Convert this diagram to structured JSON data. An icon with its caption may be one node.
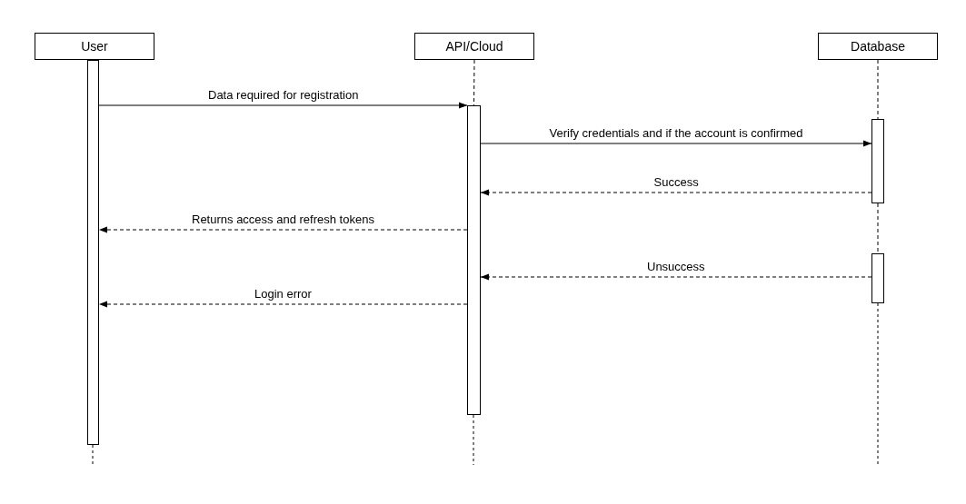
{
  "diagram": {
    "nodes": [
      {
        "text": [
          "User"
        ]
      },
      {
        "text": [
          "API/Cloud"
        ]
      },
      {
        "text": [
          "Database"
        ]
      },
      {
        "text": [],
        "shape": "bar"
      },
      {
        "text": [],
        "shape": "bar"
      },
      {
        "text": [],
        "shape": "bar"
      },
      {
        "text": [],
        "shape": "bar"
      }
    ],
    "edges": [
      {
        "from": 1,
        "to": 4,
        "arrow": "none",
        "style": "dashed"
      },
      {
        "from": 2,
        "to": 5,
        "arrow": "none",
        "style": "dashed"
      },
      {
        "from": 5,
        "to": 6,
        "arrow": "none",
        "style": "dashed"
      },
      {
        "from": 3,
        "to": 4,
        "arrow": "to",
        "label": "Data required for registration"
      },
      {
        "from": 4,
        "to": 5,
        "arrow": "to",
        "label": "Verify credentials and if the account is confirmed"
      },
      {
        "from": 5,
        "to": 4,
        "arrow": "to",
        "label": "Success",
        "style": "dashed"
      },
      {
        "from": 4,
        "to": 3,
        "arrow": "to",
        "label": "Returns access and refresh tokens",
        "style": "dashed"
      },
      {
        "from": 6,
        "to": 4,
        "arrow": "to",
        "label": "Unsuccess",
        "style": "dashed"
      },
      {
        "from": 4,
        "to": 3,
        "arrow": "to",
        "label": "Login error",
        "style": "dashed"
      }
    ]
  }
}
